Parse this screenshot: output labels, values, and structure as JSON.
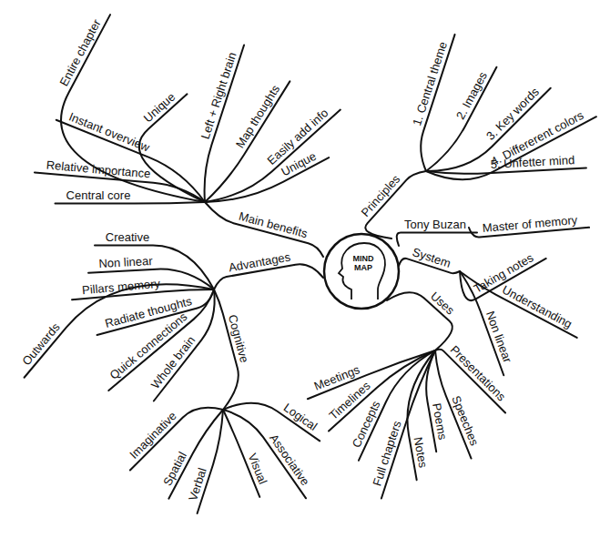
{
  "diagram": {
    "nodes": [
      {
        "text": [
          "MIND MAP"
        ]
      }
    ],
    "labels": [
      "Main benefits",
      "Entire chapter",
      "Unique",
      "Instant overview",
      "Relative importance",
      "Central core",
      "Left + Right brain",
      "Map thoughts",
      "Easily add info",
      "Unique",
      "Principles",
      "1. Central theme",
      "2. Images",
      "3. Key words",
      "4. Differerent colors",
      "5. Unfetter mind",
      "Tony Buzan",
      "Master of memory",
      "System",
      "Taking notes",
      "Understanding",
      "Non linear",
      "Uses",
      "Presentations",
      "Speeches",
      "Poems",
      "Notes",
      "Full chapters",
      "Concepts",
      "Timelines",
      "Meetings",
      "Advantages",
      "Creative",
      "Non linear",
      "Pillars memory",
      "Radiate thoughts",
      "Outwards",
      "Quick connections",
      "Whole brain",
      "Cognitive",
      "Imaginative",
      "Spatial",
      "Verbal",
      "Visual",
      "Associative",
      "Logical"
    ]
  }
}
